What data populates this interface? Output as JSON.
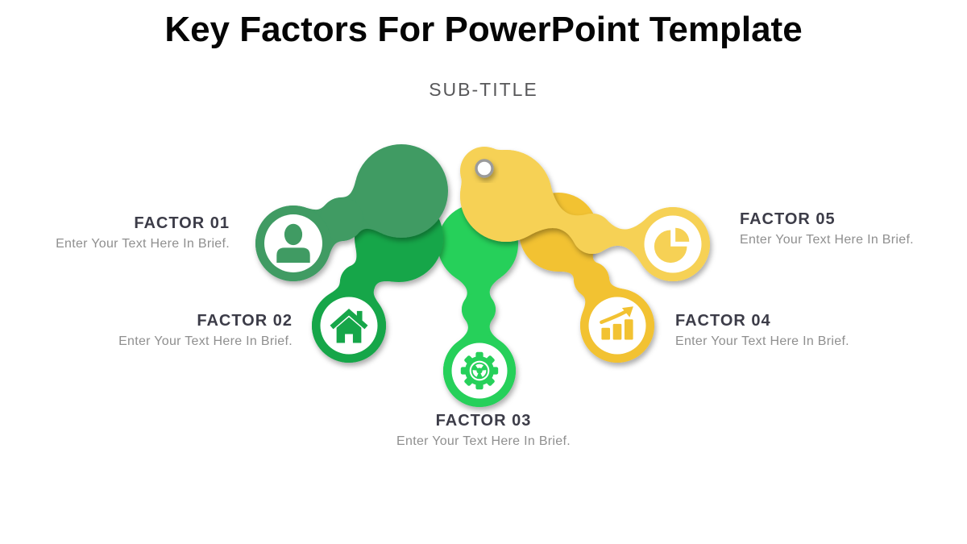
{
  "slide": {
    "title": "Key Factors For PowerPoint Template",
    "subtitle": "SUB-TITLE"
  },
  "factors": [
    {
      "label": "FACTOR 01",
      "description": "Enter Your Text Here In Brief.",
      "icon": "person-icon",
      "color": "#3F9B64"
    },
    {
      "label": "FACTOR 02",
      "description": "Enter Your Text Here In Brief.",
      "icon": "home-icon",
      "color": "#17A64A"
    },
    {
      "label": "FACTOR 03",
      "description": "Enter Your Text Here In Brief.",
      "icon": "gear-icon",
      "color": "#26D05A"
    },
    {
      "label": "FACTOR 04",
      "description": "Enter Your Text Here In Brief.",
      "icon": "growth-chart-icon",
      "color": "#F2C233"
    },
    {
      "label": "FACTOR 05",
      "description": "Enter Your Text Here In Brief.",
      "icon": "pie-chart-icon",
      "color": "#F6D155"
    }
  ],
  "pin": {
    "fill": "#FFFFFF",
    "ring": "#9B9B9B"
  },
  "colors": {
    "background": "#FFFFFF",
    "title_text": "#050505",
    "subtitle_text": "#58585A",
    "factor_label_text": "#3C3C48",
    "factor_description_text": "#8F8F8F"
  }
}
